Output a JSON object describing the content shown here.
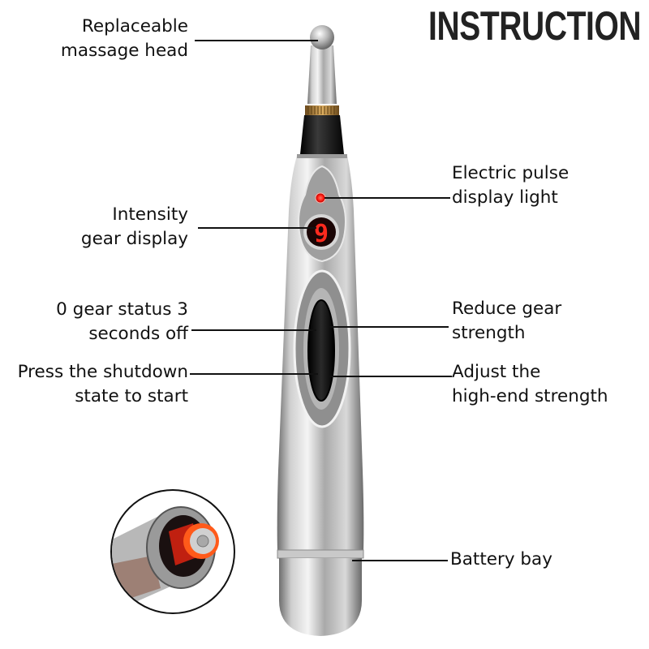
{
  "header": {
    "title": "INSTRUCTION"
  },
  "device": {
    "display_digit": "9",
    "colors": {
      "led_red": "#ff2a1e",
      "display_bg": "#1a0505",
      "body_silver": "#b8b8b8",
      "collar_black": "#111111",
      "ring_gold": "#b8863b"
    }
  },
  "callouts": {
    "left": [
      {
        "id": "massage-head",
        "text": "Replaceable\nmassage head"
      },
      {
        "id": "intensity-display",
        "text": "Intensity\ngear display"
      },
      {
        "id": "off-status",
        "text": "0 gear status 3\nseconds off"
      },
      {
        "id": "shutdown-start",
        "text": "Press the shutdown\nstate to start"
      }
    ],
    "right": [
      {
        "id": "pulse-light",
        "text": "Electric pulse\ndisplay light"
      },
      {
        "id": "reduce-gear",
        "text": "Reduce gear\nstrength"
      },
      {
        "id": "adjust-high",
        "text": "Adjust the\nhigh-end strength"
      },
      {
        "id": "battery-bay",
        "text": "Battery bay"
      }
    ]
  },
  "inset": {
    "description": "battery-compartment-closeup"
  }
}
